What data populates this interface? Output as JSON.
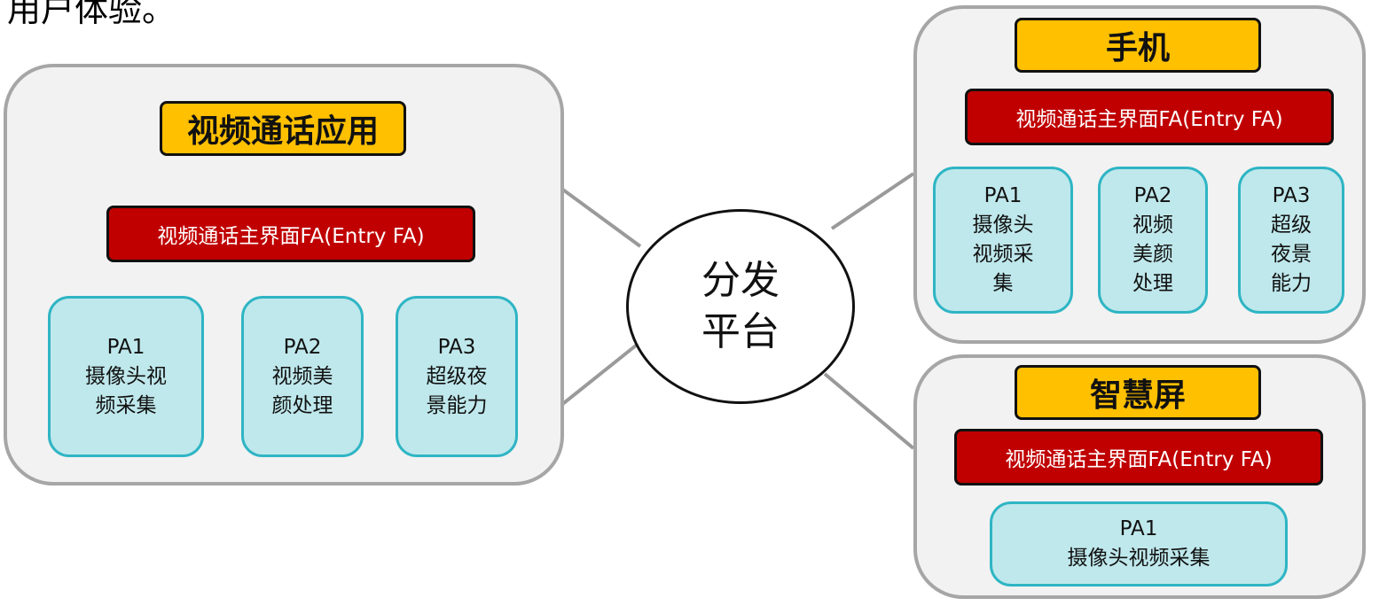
{
  "intro_fragment": "用户体验。",
  "platform": {
    "label": "分发\n平台"
  },
  "app": {
    "title": "视频通话应用",
    "entry": "视频通话主界面FA(Entry FA)",
    "abilities": [
      "PA1\n摄像头视\n频采集",
      "PA2\n视频美\n颜处理",
      "PA3\n超级夜\n景能力"
    ]
  },
  "phone": {
    "title": "手机",
    "entry": "视频通话主界面FA(Entry FA)",
    "abilities": [
      "PA1\n摄像头\n视频采\n集",
      "PA2\n视频\n美颜\n处理",
      "PA3\n超级\n夜景\n能力"
    ]
  },
  "smart_screen": {
    "title": "智慧屏",
    "entry": "视频通话主界面FA(Entry FA)",
    "abilities": [
      "PA1\n摄像头视频采集"
    ]
  },
  "colors": {
    "title_fill": "#ffc000",
    "entry_fill": "#c00000",
    "ability_fill": "#bfe8ec",
    "ability_border": "#2fb5c4",
    "panel_fill": "#f2f2f2",
    "panel_border": "#a6a6a6",
    "connector": "#9a9a9a"
  }
}
